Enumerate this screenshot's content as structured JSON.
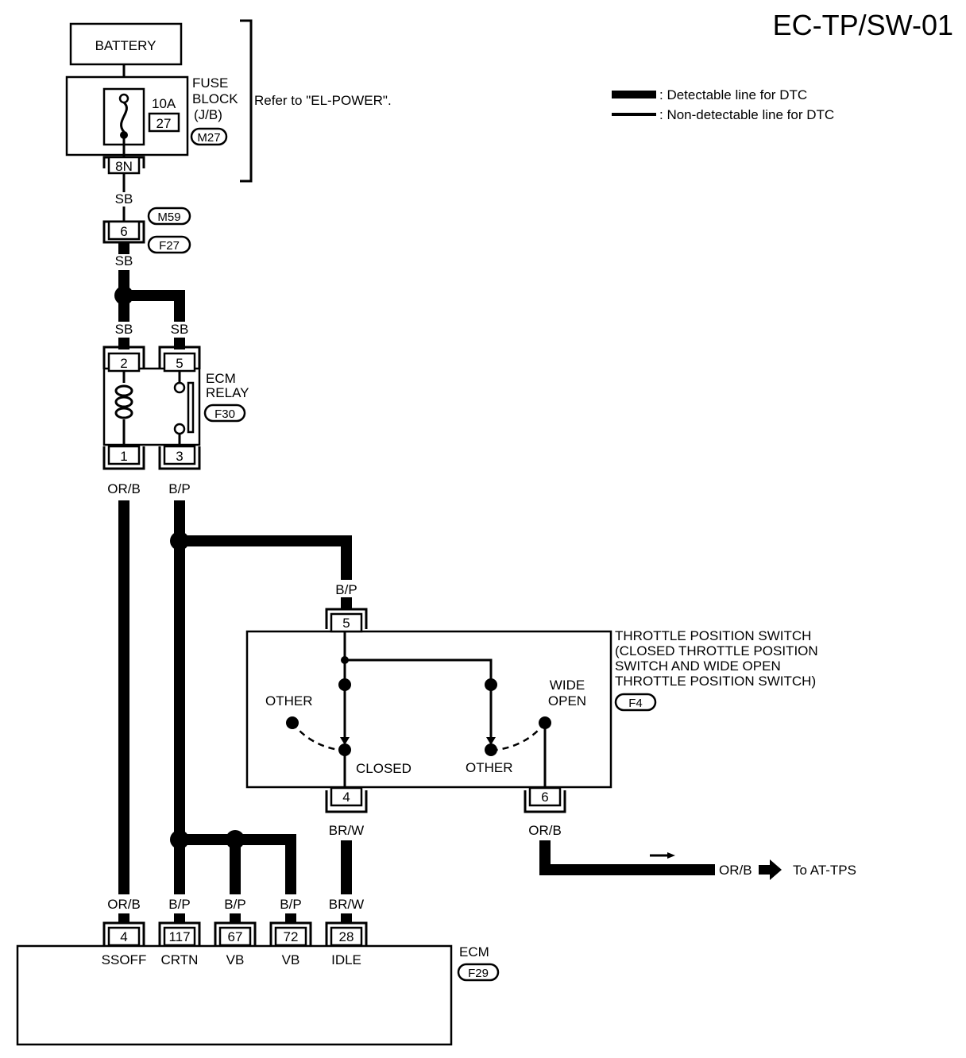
{
  "title": "EC-TP/SW-01",
  "legend": {
    "detectable": ": Detectable line for DTC",
    "non_detectable": ": Non-detectable line for DTC"
  },
  "battery": {
    "label": "BATTERY"
  },
  "fuse_block": {
    "label1": "FUSE",
    "label2": "BLOCK",
    "label3": "(J/B)",
    "amp": "10A",
    "fuse_no": "27",
    "connector": "M27",
    "terminal": "8N",
    "refer": "Refer to \"EL-POWER\"."
  },
  "wires": {
    "sb": "SB",
    "orb": "OR/B",
    "bp": "B/P",
    "brw": "BR/W"
  },
  "joint": {
    "pin": "6",
    "conn_top": "M59",
    "conn_bottom": "F27"
  },
  "ecm_relay": {
    "label1": "ECM",
    "label2": "RELAY",
    "connector": "F30",
    "pins": [
      "2",
      "5",
      "1",
      "3"
    ]
  },
  "tps": {
    "label1": "THROTTLE POSITION SWITCH",
    "label2": "(CLOSED THROTTLE POSITION",
    "label3": "SWITCH AND WIDE OPEN",
    "label4": "THROTTLE POSITION SWITCH)",
    "connector": "F4",
    "pin_top": "5",
    "pin_left": "4",
    "pin_right": "6",
    "other_left": "OTHER",
    "closed": "CLOSED",
    "other_right": "OTHER",
    "wide": "WIDE",
    "open": "OPEN"
  },
  "at_tps": {
    "label": "To AT-TPS"
  },
  "ecm": {
    "label": "ECM",
    "connector": "F29",
    "pins": [
      "4",
      "117",
      "67",
      "72",
      "28"
    ],
    "terminals": [
      "SSOFF",
      "CRTN",
      "VB",
      "VB",
      "IDLE"
    ]
  }
}
